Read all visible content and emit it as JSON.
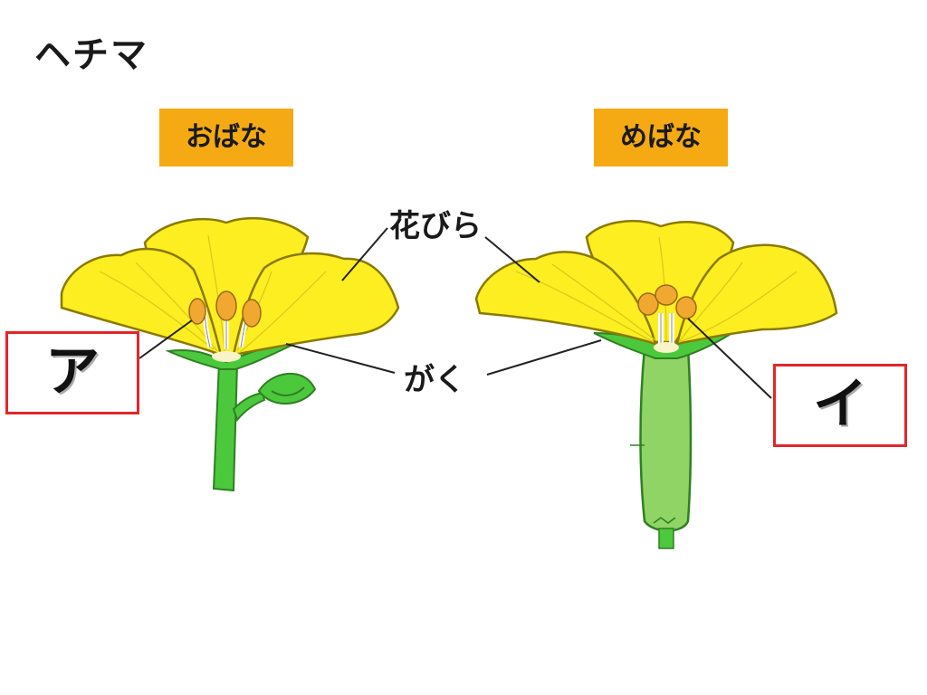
{
  "title": "ヘチマ",
  "male_flower": {
    "label": "おばな"
  },
  "female_flower": {
    "label": "めばな"
  },
  "parts": {
    "petal": "花びら",
    "sepal": "がく"
  },
  "answer_boxes": {
    "a": "ア",
    "i": "イ"
  },
  "colors": {
    "petal": "#fcee21",
    "petal_outline": "#8a7a00",
    "stem": "#4cc83c",
    "ovary": "#8fd464",
    "stamen": "#f0a830",
    "tag": "#f5aa14",
    "box_border": "#e3262a"
  }
}
